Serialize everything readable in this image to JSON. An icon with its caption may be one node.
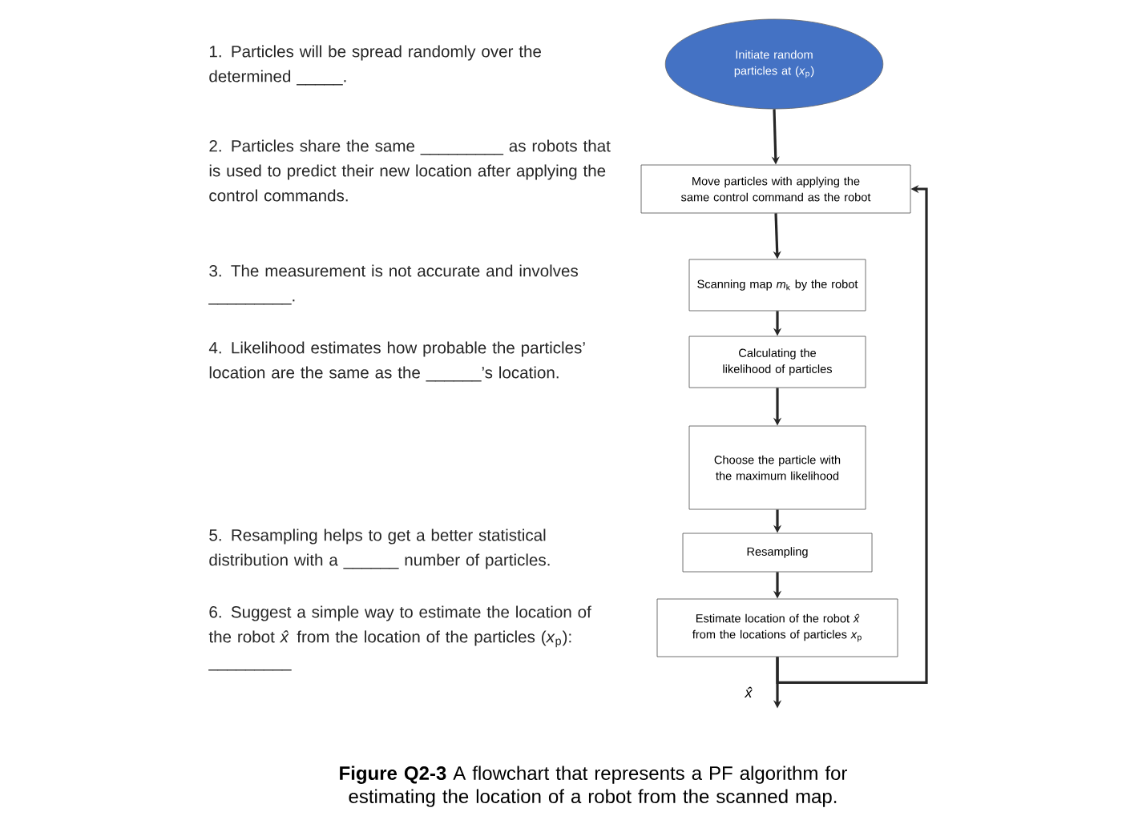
{
  "diagram": {
    "caption": "**Figure Q2-3** A flowchart that represents a PF algorithm for estimating the location of a robot from the scanned map.",
    "nodes": [
      {
        "text": [
          "Initiate random particles at (*x*$_{p}$)"
        ]
      },
      {
        "text": [
          "Move particles with applying the same control command as the robot"
        ]
      },
      {
        "text": [
          "Scanning map *m*$_{k}$ by the robot"
        ]
      },
      {
        "text": [
          "Calculating the likelihood of particles"
        ]
      },
      {
        "text": [
          "Choose the particle with the maximum likelihood"
        ]
      },
      {
        "text": [
          "Resampling"
        ]
      },
      {
        "text": [
          "Estimate location of the robot *x̂* from the locations of particles *x*$_{p}$"
        ]
      }
    ],
    "edges": [
      {
        "from": 0,
        "to": 1,
        "arrow": "to"
      },
      {
        "from": 1,
        "to": 2,
        "arrow": "to"
      },
      {
        "from": 2,
        "to": 3,
        "arrow": "to"
      },
      {
        "from": 3,
        "to": 4,
        "arrow": "to"
      },
      {
        "from": 4,
        "to": 5,
        "arrow": "to"
      },
      {
        "from": 5,
        "to": 6,
        "arrow": "to"
      },
      {
        "from": 6,
        "to": 1,
        "arrow": "to"
      },
      {
        "from": 6,
        "to": null,
        "arrow": "to",
        "label": "x̂"
      }
    ],
    "labels": [
      "1. Particles will be spread randomly over the determined _____.",
      "2. Particles share the same _________ as robots that is used to predict their new location after applying the control commands.",
      "3. The measurement is not accurate and involves _________.",
      "4. Likelihood estimates how probable the particles’ location are the same as the ______’s location.",
      "5. Resampling helps to get a better statistical distribution with a ______ number of particles.",
      "6. Suggest a simple way to estimate the location of the robot *x̂* from the location of the particles (*x*$_{p}$): _________"
    ]
  }
}
